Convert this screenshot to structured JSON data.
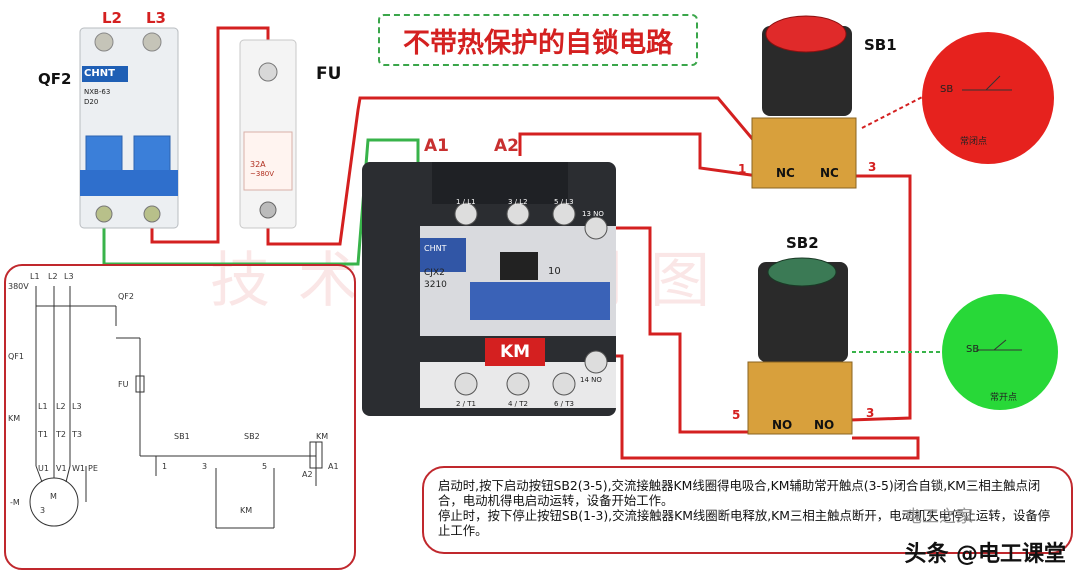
{
  "title": "不带热保护的自锁电路",
  "labels": {
    "l2": "L2",
    "l3": "L3",
    "qf2": "QF2",
    "fu": "FU",
    "a1": "A1",
    "a2": "A2",
    "sb1": "SB1",
    "sb2": "SB2",
    "km": "KM",
    "t1": "1",
    "t3a": "3",
    "t5": "5",
    "t3b": "3",
    "nc1": "NC",
    "nc2": "NC",
    "no1": "NO",
    "no2": "NO"
  },
  "breaker": {
    "brand": "CHNT",
    "model": "NXB-63",
    "rating": "D20"
  },
  "fuse": {
    "rating": "32A",
    "voltage": "~380V"
  },
  "contactor": {
    "brand": "CHNT",
    "model_line1": "CJX2",
    "model_line2": "3210",
    "number": "10",
    "top_terminals": [
      "1 / L1",
      "3 / L2",
      "5 / L3",
      "13 NO"
    ],
    "bottom_terminals": [
      "2 / T1",
      "4 / T2",
      "6 / T3",
      "14 NO"
    ]
  },
  "sb1_symbol": {
    "label": "SB",
    "caption": "常闭点"
  },
  "sb2_symbol": {
    "label": "SB",
    "caption": "常开点"
  },
  "watermark": "技术小二制图",
  "schematic": {
    "voltage": "380V",
    "phases": [
      "L1",
      "L2",
      "L3"
    ],
    "qf2": "QF2",
    "qf1": "QF1",
    "fu": "FU",
    "km": "KM",
    "t_labels": [
      "L1",
      "L2",
      "L3"
    ],
    "t_out": [
      "T1",
      "T2",
      "T3"
    ],
    "motor_terms": [
      "U1",
      "V1",
      "W1"
    ],
    "pe": "PE",
    "motor": "M",
    "motor_phase": "3",
    "motor_prefix": "-M",
    "sb1": "SB1",
    "sb2": "SB2",
    "km_coil": "KM",
    "a1": "A1",
    "a2": "A2",
    "n1": "1",
    "n3": "3",
    "n5": "5",
    "km_aux": "KM"
  },
  "description": {
    "line1": "启动时,按下启动按钮SB2(3-5),交流接触器KM线圈得电吸合,KM辅助常开触点(3-5)闭合自锁,KM三相主触点闭合，电动机得电启动运转，设备开始工作。",
    "line2": "停止时，按下停止按钮SB(1-3),交流接触器KM线圈断电释放,KM三相主触点断开，电动机失电停止运转，设备停止工作。"
  },
  "source_small": "电工之家",
  "source_brand": "头条 @电工课堂",
  "colors": {
    "red_wire": "#d42020",
    "green_wire": "#38b34a",
    "box_border": "#c0282d"
  }
}
